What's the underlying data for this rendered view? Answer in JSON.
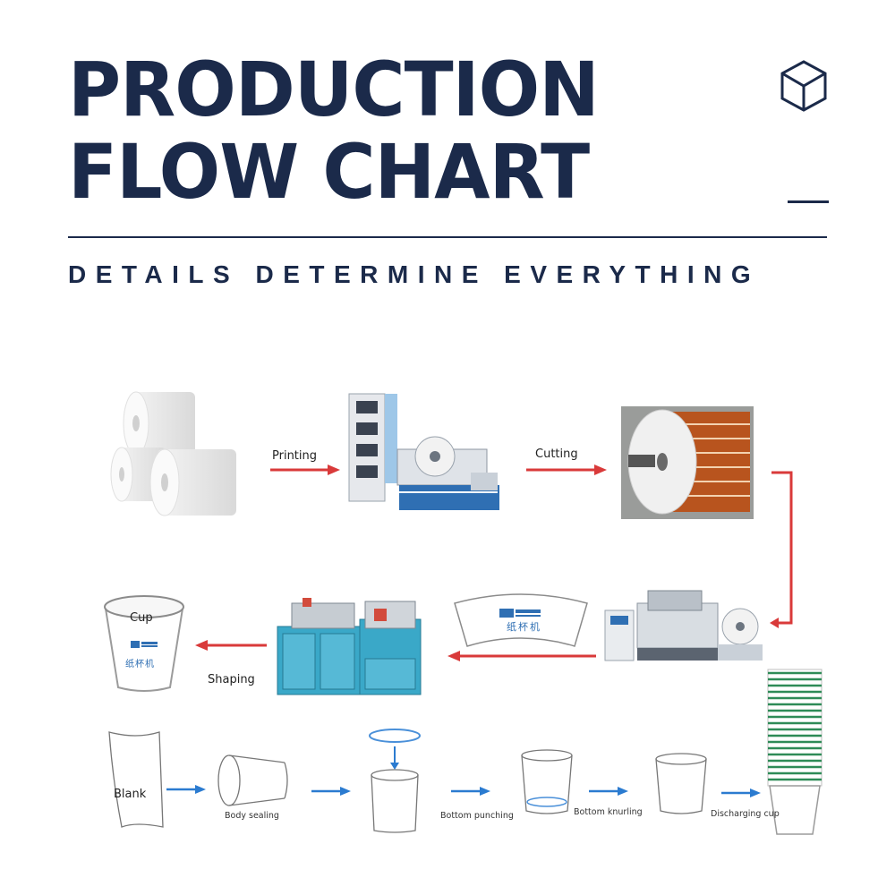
{
  "header": {
    "title_line1": "PRODUCTION",
    "title_line2": "FLOW CHART",
    "subtitle": "DETAILS DETERMINE EVERYTHING",
    "logo_icon": "cube-icon"
  },
  "flow": {
    "step_printing": "Printing",
    "step_cutting": "Cutting",
    "step_shaping": "Shaping",
    "cup_label": "Cup",
    "cup_print_cn": "纸杯机",
    "fan_print_cn": "纸杯机"
  },
  "process": {
    "blank": "Blank",
    "body_sealing": "Body sealing",
    "bottom_punching": "Bottom punching",
    "bottom_knurling": "Bottom knurling",
    "discharging_cup": "Discharging cup"
  },
  "colors": {
    "navy": "#1b2a4a",
    "red_arrow": "#d93a3a",
    "blue_arrow": "#2b7bd0",
    "machine_teal": "#3aa8c8",
    "cup_stripe": "#2e8b57"
  }
}
